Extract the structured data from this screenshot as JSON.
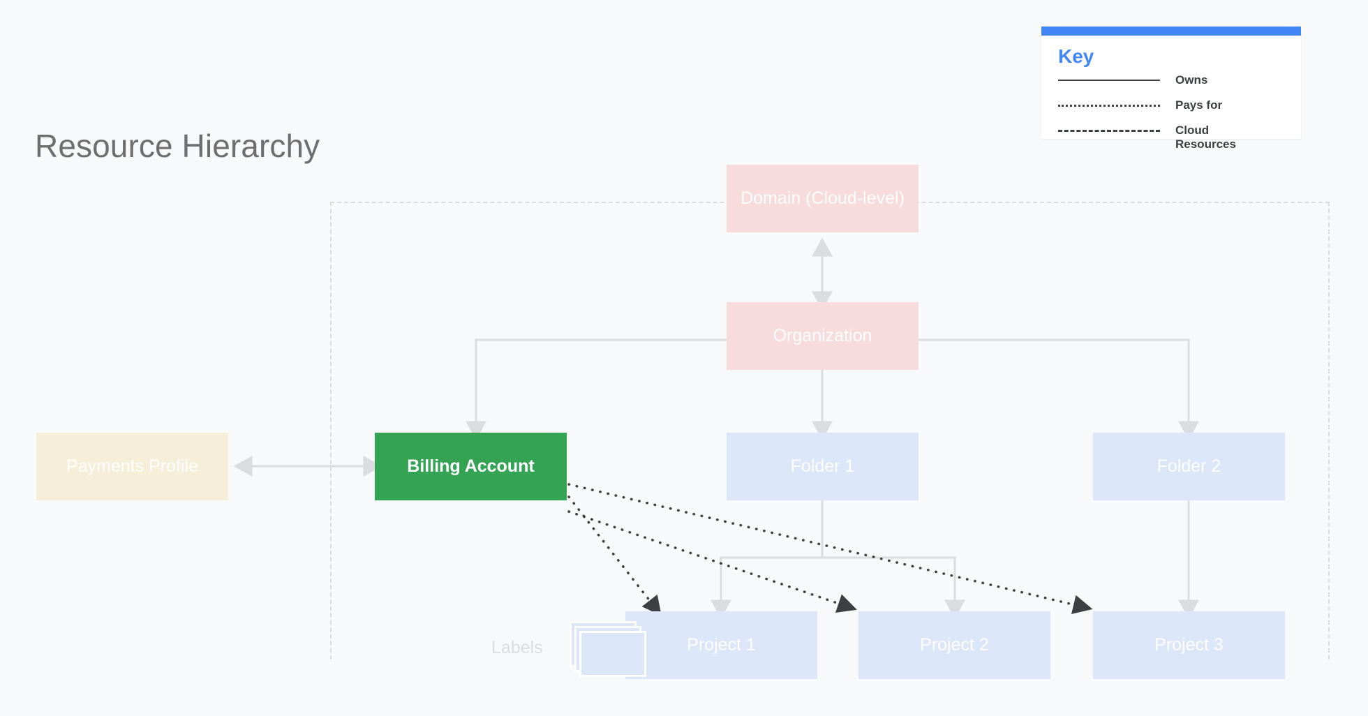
{
  "page": {
    "title": "Resource Hierarchy",
    "background_color": "#f7f9fa"
  },
  "legend": {
    "name": "Key",
    "accent_color": "#4285f4",
    "title": "Key",
    "items": [
      {
        "style": "solid",
        "label": "Owns"
      },
      {
        "style": "dotted",
        "label": "Pays for"
      },
      {
        "style": "dashed",
        "label": "Cloud Resources"
      }
    ]
  },
  "boundary": {
    "label": "Cloud Resources",
    "style": "dashed",
    "color": "#d9dcdf"
  },
  "nodes": {
    "domain": {
      "label": "Domain (Cloud-level)",
      "color": "#f8dcdc",
      "text_color": "#ffffff"
    },
    "organization": {
      "label": "Organization",
      "color": "#f8dcdc",
      "text_color": "#ffffff"
    },
    "billing": {
      "label": "Billing Account",
      "color": "#34a353",
      "text_color": "#ffffff"
    },
    "payments": {
      "label": "Payments Profile",
      "color": "#f7eeda",
      "text_color": "#ffffff"
    },
    "folder1": {
      "label": "Folder 1",
      "color": "#dbe6f9",
      "text_color": "#ffffff"
    },
    "folder2": {
      "label": "Folder 2",
      "color": "#dbe6f9",
      "text_color": "#ffffff"
    },
    "project1": {
      "label": "Project 1",
      "color": "#dbe6f9",
      "text_color": "#ffffff"
    },
    "project2": {
      "label": "Project 2",
      "color": "#dbe6f9",
      "text_color": "#ffffff"
    },
    "project3": {
      "label": "Project 3",
      "color": "#dbe6f9",
      "text_color": "#ffffff"
    }
  },
  "labels_group": {
    "text": "Labels",
    "icon": "stacked-cards-icon"
  },
  "connections": [
    {
      "from": "domain",
      "to": "organization",
      "style": "owns",
      "direction": "both"
    },
    {
      "from": "organization",
      "to": "billing",
      "style": "owns",
      "direction": "down"
    },
    {
      "from": "organization",
      "to": "folder1",
      "style": "owns",
      "direction": "down"
    },
    {
      "from": "organization",
      "to": "folder2",
      "style": "owns",
      "direction": "down"
    },
    {
      "from": "payments",
      "to": "billing",
      "style": "owns",
      "direction": "both"
    },
    {
      "from": "folder1",
      "to": "project1",
      "style": "owns",
      "direction": "down"
    },
    {
      "from": "folder1",
      "to": "project2",
      "style": "owns",
      "direction": "down"
    },
    {
      "from": "folder2",
      "to": "project3",
      "style": "owns",
      "direction": "down"
    },
    {
      "from": "billing",
      "to": "project1",
      "style": "pays-for",
      "direction": "to"
    },
    {
      "from": "billing",
      "to": "project2",
      "style": "pays-for",
      "direction": "to"
    },
    {
      "from": "billing",
      "to": "project3",
      "style": "pays-for",
      "direction": "to"
    }
  ]
}
